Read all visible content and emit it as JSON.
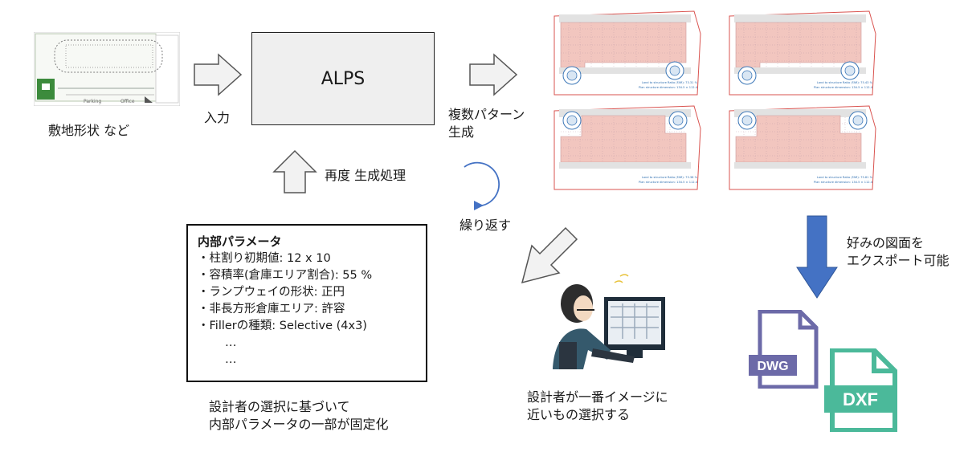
{
  "site": {
    "caption": "敷地形状 など",
    "signs": [
      "Parking",
      "Office"
    ]
  },
  "flow": {
    "input_label": "入力",
    "multi_label": "複数パターン\n生成",
    "regen_label": "再度 生成処理",
    "repeat_label": "繰り返す"
  },
  "alps": {
    "title": "ALPS"
  },
  "params": {
    "title": "内部パラメータ",
    "items": [
      "・柱割り初期値: 12 x 10",
      "・容積率(倉庫エリア割合): 55 %",
      "・ランプウェイの形状: 正円",
      "・非長方形倉庫エリア: 許容",
      "・Fillerの種類: Selective (4x3)"
    ],
    "ellipsis": [
      "…",
      "…"
    ]
  },
  "fixed_caption": "設計者の選択に基づいて\n内部パラメータの一部が固定化",
  "designer_caption": "設計者が一番イメージに\n近いもの選択する",
  "export_caption": "好みの図面を\nエクスポート可能",
  "plans": [
    {
      "lines": [
        "Land to structure Ratio (FAR): 73.31 %",
        "Plan structure dimension: 134.5 × 112.4"
      ]
    },
    {
      "lines": [
        "Land to structure Ratio (FAR): 75.43 %",
        "Plan structure dimension: 134.5 × 112.4"
      ]
    },
    {
      "lines": [
        "Land to structure Ratio (FAR): 73.38 %",
        "Plan structure dimension: 134.5 × 112.4"
      ]
    },
    {
      "lines": [
        "Land to structure Ratio (FAR): 75.81 %",
        "Plan structure dimension: 134.5 × 112.4"
      ]
    }
  ],
  "files": {
    "dwg": "DWG",
    "dxf": "DXF"
  },
  "colors": {
    "arrow_fill": "#f2f2f2",
    "arrow_stroke": "#555555",
    "export_arrow": "#4472c4",
    "cycle": "#4472c4",
    "plan_border": "#d9534f",
    "plan_area": "#f2c6bf",
    "dwg": "#6c6aa8",
    "dxf": "#4bb99a"
  }
}
